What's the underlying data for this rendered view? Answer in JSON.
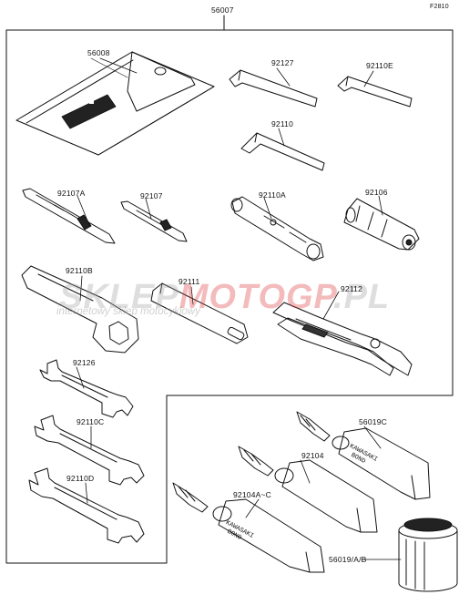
{
  "figure_code": "F2810",
  "labels": {
    "kit": "56007",
    "pouch": "56008",
    "hex_wrench_large": "92127",
    "hex_wrench_small": "92110E",
    "hex_wrench_mid": "92110",
    "screwdriver_bit": "92107A",
    "screwdriver_grip": "92107",
    "spark_plug_wrench": "92110A",
    "handle": "92106",
    "ring_wrench": "92110B",
    "extension_bar": "92111",
    "pliers": "92112",
    "open_wrench_a": "92126",
    "open_wrench_b": "92110C",
    "open_wrench_c": "92110D",
    "bond_tube_a": "56019C",
    "bond_tube_b": "92104",
    "bond_tube_c": "92104A~C",
    "grease_can": "56019/A/B"
  },
  "tube_text": {
    "brand": "KAWASAKI",
    "product": "BOND"
  },
  "watermark": {
    "part1": "SKLEP",
    "part2": "MOTO",
    "part3": "GP",
    "part4": ".PL",
    "subtitle": "internetowy sklep motocyklowy"
  }
}
